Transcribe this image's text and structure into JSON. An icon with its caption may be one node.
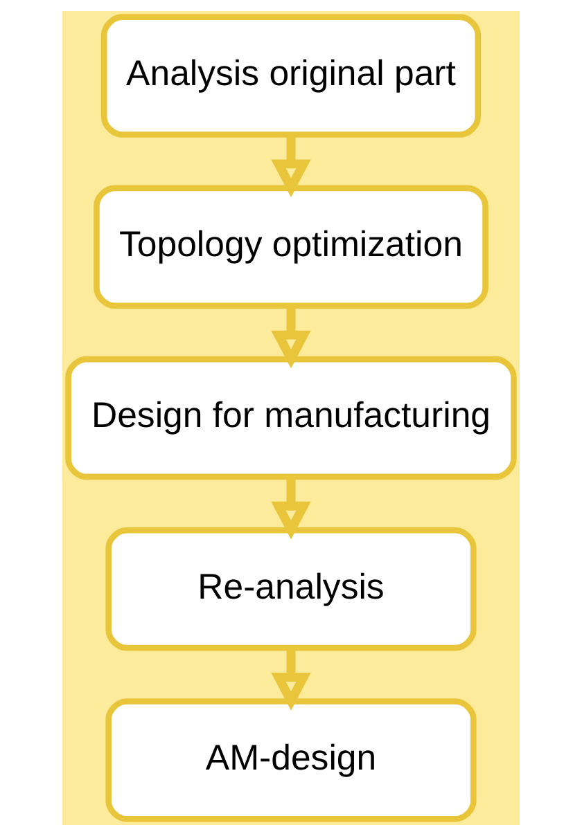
{
  "diagram": {
    "nodes": [
      {
        "text": [
          "Analysis original part"
        ]
      },
      {
        "text": [
          "Topology optimization"
        ]
      },
      {
        "text": [
          "Design for manufacturing"
        ]
      },
      {
        "text": [
          "Re-analysis"
        ]
      },
      {
        "text": [
          "AM-design"
        ]
      }
    ],
    "edges": [
      {
        "from": 0,
        "to": 1,
        "arrow": "to"
      },
      {
        "from": 1,
        "to": 2,
        "arrow": "to"
      },
      {
        "from": 2,
        "to": 3,
        "arrow": "to"
      },
      {
        "from": 3,
        "to": 4,
        "arrow": "to"
      }
    ]
  }
}
